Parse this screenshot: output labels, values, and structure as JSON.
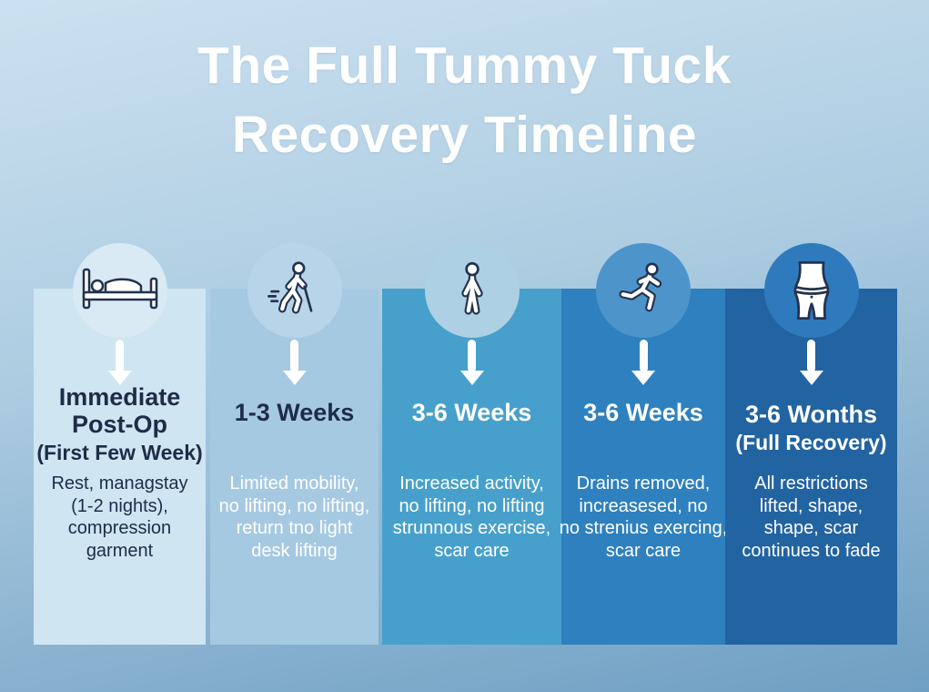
{
  "title": {
    "text": "The Full Tummy Tuck\nRecovery Timeline"
  },
  "colors": {
    "background_gradient": "linear-gradient(168deg, #cce1f0 0%, #aecde2 42%, #6f9fc3 100%)",
    "title_text": "#ffffff",
    "arrow": "#ffffff",
    "icon_stroke": "#24324f",
    "dark_text": "#1e2c49",
    "light_text": "#ffffff"
  },
  "stages": [
    {
      "icon": "bed-icon",
      "column_color": "#cfe5f1",
      "circle_color": "#d9eaf4",
      "heading": "Immediate\nPost-Op",
      "subheading": "(First Few Week)",
      "heading_color": "#1e2c49",
      "body": "Rest, managstay\n(1-2 nights),\ncompression\ngarment",
      "body_color": "#1e2c49"
    },
    {
      "icon": "walking-person-with-cane-icon",
      "column_color": "#a6c9e2",
      "circle_color": "#b8d4e9",
      "heading": "1-3 Weeks",
      "subheading": "",
      "heading_color": "#1e2c49",
      "body": "Limited mobility,\nno lifting, no lifting,\nreturn tno light\ndesk lifting",
      "body_color": "#ffffff"
    },
    {
      "icon": "standing-person-icon",
      "column_color": "#47a0cb",
      "circle_color": "#aed0e5",
      "heading": "3-6 Weeks",
      "subheading": "",
      "heading_color": "#ffffff",
      "body": "Increased activity,\nno lifting, no lifting\nstrunnous exercise,\nscar care",
      "body_color": "#ffffff"
    },
    {
      "icon": "running-person-icon",
      "column_color": "#2f80be",
      "circle_color": "#4d94cb",
      "heading": "3-6 Weeks",
      "subheading": "",
      "heading_color": "#ffffff",
      "body": "Drains removed,\nincreasesed, no\nno strenius exercing,\nscar care",
      "body_color": "#ffffff"
    },
    {
      "icon": "tummy-icon",
      "column_color": "#2263a2",
      "circle_color": "#2e7abc",
      "heading": "3-6 Wonths",
      "subheading": "(Full Recovery)",
      "heading_color": "#ffffff",
      "body": "All restrictions\nlifted, shape,\nshape, scar\ncontinues to fade",
      "body_color": "#ffffff"
    }
  ]
}
